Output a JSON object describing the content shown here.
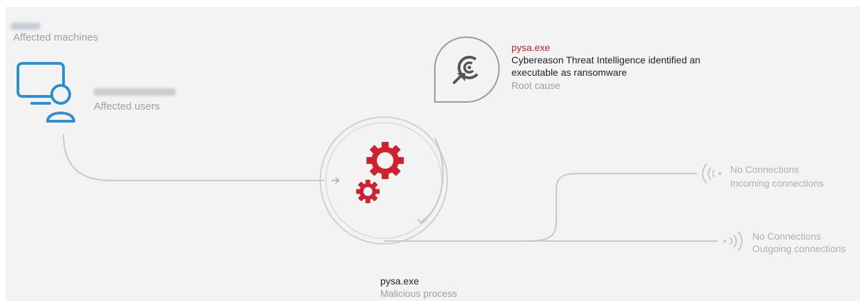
{
  "machines": {
    "redacted_name": "",
    "label": "Affected machines"
  },
  "users": {
    "redacted_name": "",
    "label": "Affected users"
  },
  "root_cause": {
    "title": "pysa.exe",
    "description_line1": "Cybereason Threat Intelligence identified an",
    "description_line2": "executable as ransomware",
    "label": "Root cause"
  },
  "process": {
    "name": "pysa.exe",
    "label": "Malicious process"
  },
  "incoming": {
    "status": "No Connections",
    "label": "Incoming connections"
  },
  "outgoing": {
    "status": "No Connections",
    "label": "Outgoing connections"
  },
  "colors": {
    "accent_blue": "#2b8fd1",
    "malicious_red": "#d1202e",
    "line_grey": "#c8c8c8",
    "text_grey": "#9aa0a6"
  },
  "icons": {
    "machine": "computer-user-icon",
    "root_cause": "target-cursor-icon",
    "process": "gears-icon",
    "incoming": "incoming-signal-icon",
    "outgoing": "outgoing-signal-icon"
  }
}
